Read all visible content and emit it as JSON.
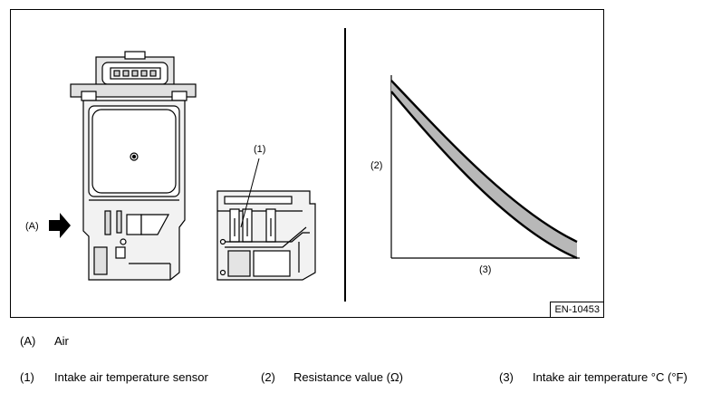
{
  "figure_id": "EN-10453",
  "callouts": {
    "a": "(A)",
    "one": "(1)",
    "two": "(2)",
    "three": "(3)"
  },
  "legend": {
    "a_key": "(A)",
    "a_text": "Air",
    "one_key": "(1)",
    "one_text": "Intake air temperature sensor",
    "two_key": "(2)",
    "two_text": "Resistance value (Ω)",
    "three_key": "(3)",
    "three_text": "Intake air temperature °C (°F)"
  }
}
